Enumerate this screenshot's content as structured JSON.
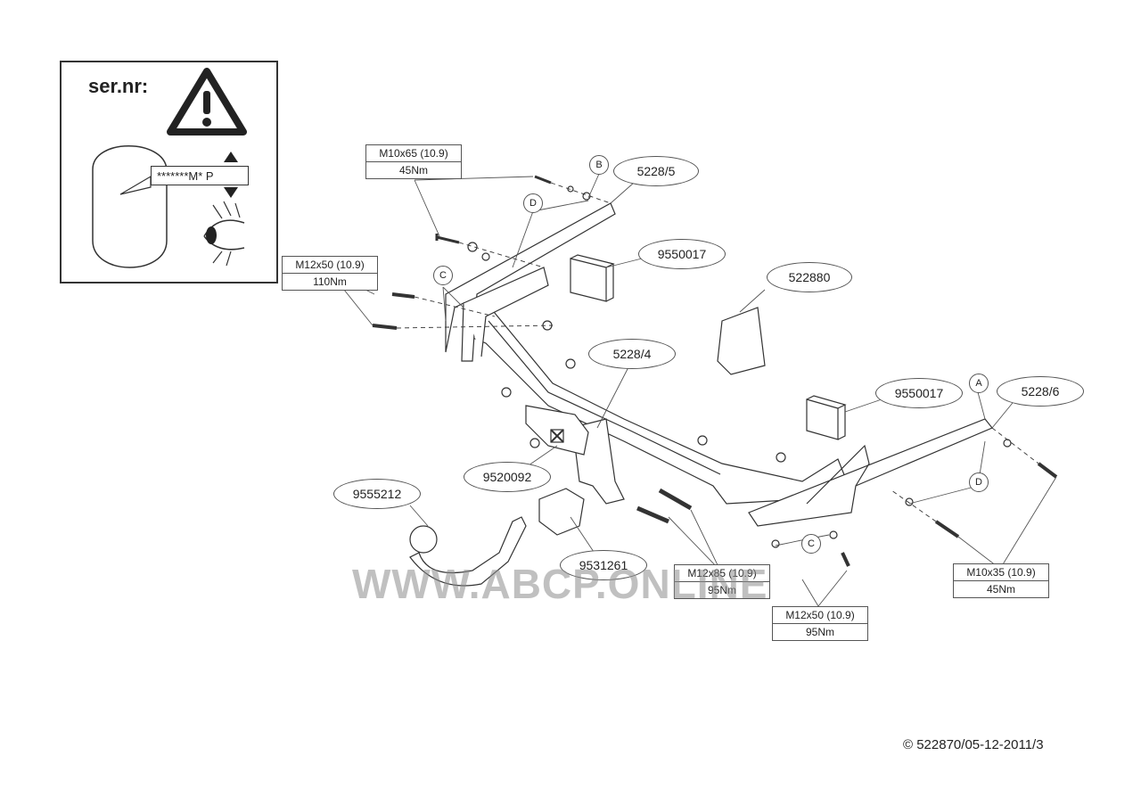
{
  "warning_box": {
    "label": "ser.nr:",
    "serial_text": "*******M* P"
  },
  "torque_boxes": {
    "m10x65": {
      "spec": "M10x65 (10.9)",
      "torque": "45Nm"
    },
    "m12x50_top": {
      "spec": "M12x50 (10.9)",
      "torque": "110Nm"
    },
    "m12x85": {
      "spec": "M12x85 (10.9)",
      "torque": "95Nm"
    },
    "m12x50_bottom": {
      "spec": "M12x50 (10.9)",
      "torque": "95Nm"
    },
    "m10x35": {
      "spec": "M10x35 (10.9)",
      "torque": "45Nm"
    }
  },
  "part_labels": {
    "p5228_5": "5228/5",
    "p9550017_top": "9550017",
    "p522880": "522880",
    "p5228_4": "5228/4",
    "p9550017_right": "9550017",
    "p5228_6": "5228/6",
    "p9520092": "9520092",
    "p9555212": "9555212",
    "p9531261": "9531261"
  },
  "point_markers": {
    "b": "B",
    "d_left": "D",
    "c_left": "C",
    "a": "A",
    "d_right": "D",
    "c_bottom": "C"
  },
  "watermark": "WWW.ABCP.ONLINE",
  "copyright": "© 522870/05-12-2011/3"
}
